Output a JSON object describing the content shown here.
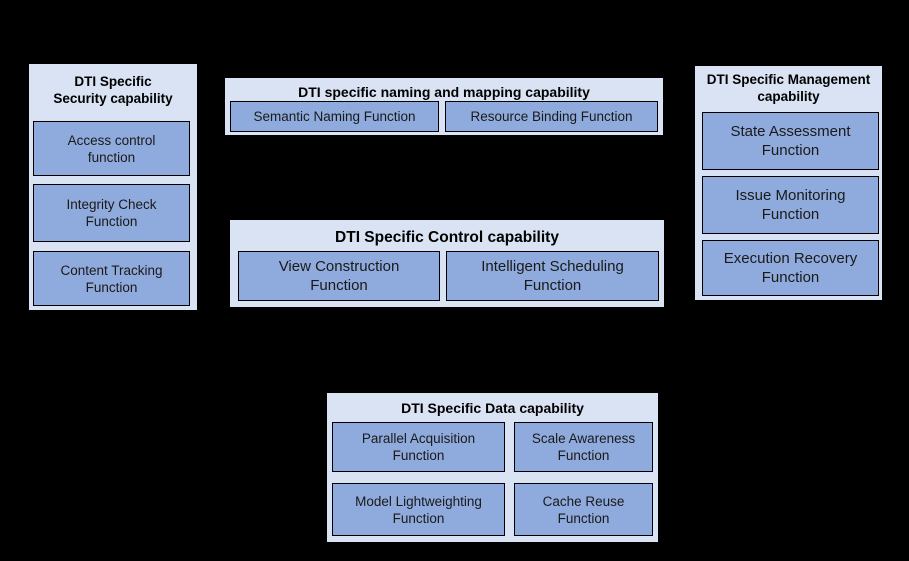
{
  "colors": {
    "background": "#000000",
    "panel_fill": "#dae3f3",
    "function_fill": "#8faadc",
    "border": "#000000",
    "text": "#1a1a1a"
  },
  "panels": {
    "security": {
      "title": "DTI Specific\nSecurity capability",
      "functions": {
        "access_control": "Access control\nfunction",
        "integrity_check": "Integrity Check\nFunction",
        "content_tracking": "Content Tracking\nFunction"
      }
    },
    "naming": {
      "title": "DTI specific naming and mapping capability",
      "functions": {
        "semantic_naming": "Semantic Naming Function",
        "resource_binding": "Resource Binding Function"
      }
    },
    "control": {
      "title": "DTI Specific Control capability",
      "functions": {
        "view_construction": "View Construction\nFunction",
        "intelligent_scheduling": "Intelligent Scheduling\nFunction"
      }
    },
    "management": {
      "title": "DTI Specific Management\ncapability",
      "functions": {
        "state_assessment": "State Assessment\nFunction",
        "issue_monitoring": "Issue Monitoring\nFunction",
        "execution_recovery": "Execution Recovery\nFunction"
      }
    },
    "data": {
      "title": "DTI Specific Data capability",
      "functions": {
        "parallel_acquisition": "Parallel Acquisition\nFunction",
        "scale_awareness": "Scale Awareness\nFunction",
        "model_lightweighting": "Model Lightweighting\nFunction",
        "cache_reuse": "Cache Reuse\nFunction"
      }
    }
  }
}
